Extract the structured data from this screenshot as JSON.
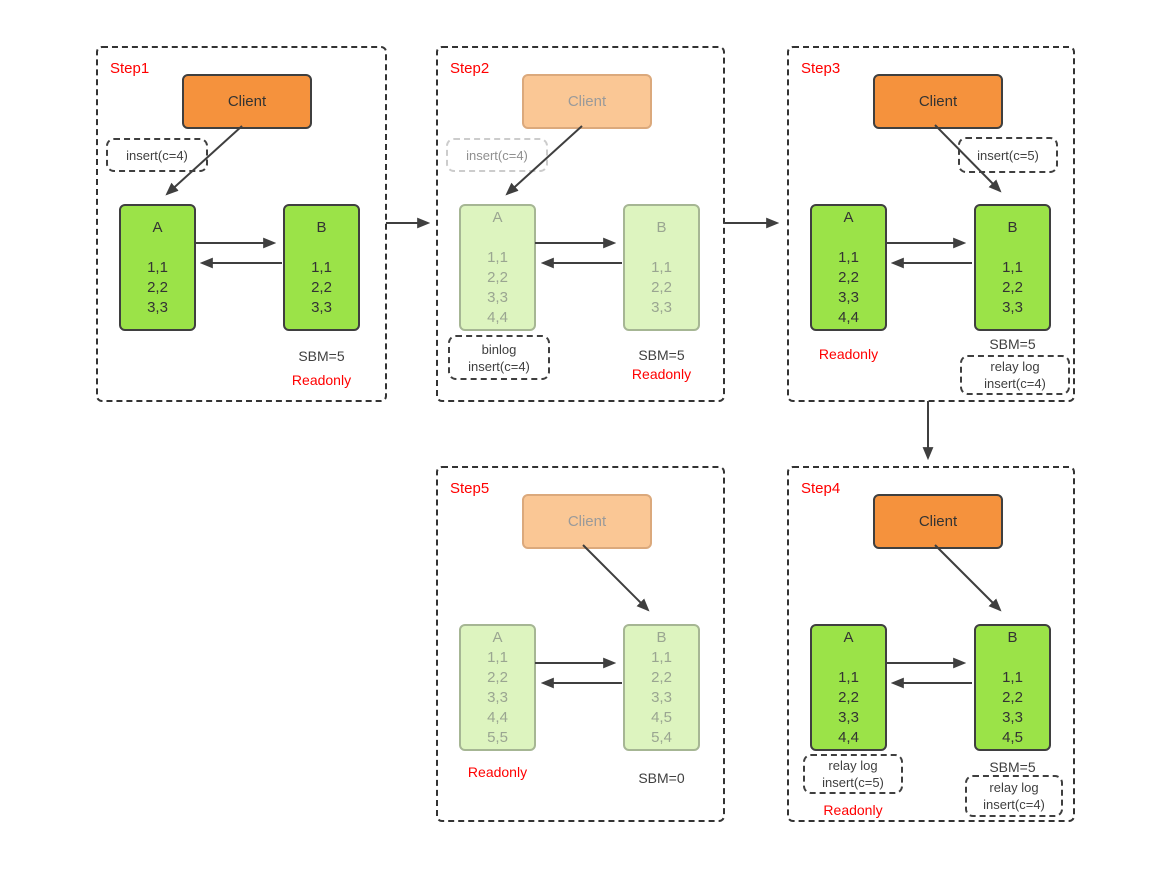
{
  "colors": {
    "client_orange": "#f5923d",
    "client_orange_faded": "#fac795",
    "node_green": "#9be348",
    "node_green_faded": "#ddf4bf",
    "highlight_red": "#ff0000",
    "ink": "#3f3f3f"
  },
  "panels": {
    "step1": {
      "title": "Step1",
      "client": "Client",
      "side_note": "insert(c=4)",
      "node_a": {
        "label": "A",
        "rows": [
          "1,1",
          "2,2",
          "3,3"
        ]
      },
      "node_b": {
        "label": "B",
        "rows": [
          "1,1",
          "2,2",
          "3,3"
        ]
      },
      "sbm": "SBM=5",
      "readonly": "Readonly"
    },
    "step2": {
      "title": "Step2",
      "client": "Client",
      "side_note": "insert(c=4)",
      "node_a": {
        "label": "A",
        "rows": [
          "1,1",
          "2,2",
          "3,3",
          "4,4"
        ]
      },
      "node_b": {
        "label": "B",
        "rows": [
          "1,1",
          "2,2",
          "3,3"
        ]
      },
      "binlog_note": {
        "line1": "binlog",
        "line2": "insert(c=4)"
      },
      "sbm": "SBM=5",
      "readonly": "Readonly"
    },
    "step3": {
      "title": "Step3",
      "client": "Client",
      "side_note": "insert(c=5)",
      "node_a": {
        "label": "A",
        "rows": [
          "1,1",
          "2,2",
          "3,3",
          "4,4"
        ]
      },
      "node_b": {
        "label": "B",
        "rows": [
          "1,1",
          "2,2",
          "3,3"
        ]
      },
      "relay_note_b": {
        "line1": "relay log",
        "line2": "insert(c=4)"
      },
      "sbm": "SBM=5",
      "readonly": "Readonly"
    },
    "step4": {
      "title": "Step4",
      "client": "Client",
      "node_a": {
        "label": "A",
        "rows": [
          "1,1",
          "2,2",
          "3,3",
          "4,4"
        ]
      },
      "node_b": {
        "label": "B",
        "rows": [
          "1,1",
          "2,2",
          "3,3",
          "4,5"
        ]
      },
      "relay_note_a": {
        "line1": "relay log",
        "line2": "insert(c=5)"
      },
      "relay_note_b": {
        "line1": "relay log",
        "line2": "insert(c=4)"
      },
      "sbm": "SBM=5",
      "readonly": "Readonly"
    },
    "step5": {
      "title": "Step5",
      "client": "Client",
      "node_a": {
        "label": "A",
        "rows": [
          "1,1",
          "2,2",
          "3,3",
          "4,4",
          "5,5"
        ]
      },
      "node_b": {
        "label": "B",
        "rows": [
          "1,1",
          "2,2",
          "3,3",
          "4,5",
          "5,4"
        ]
      },
      "sbm": "SBM=0",
      "readonly": "Readonly"
    }
  }
}
